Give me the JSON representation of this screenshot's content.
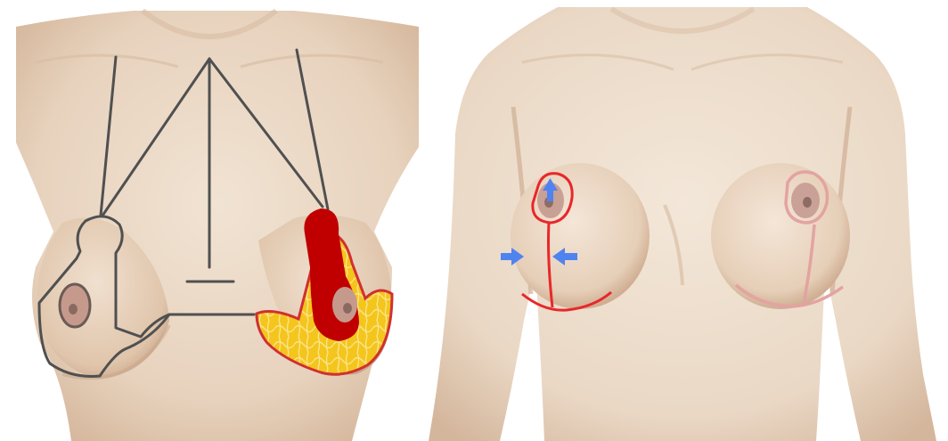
{
  "colors": {
    "background": "#ffffff",
    "skin_light": "#efe0cf",
    "skin_mid": "#e2c8ae",
    "skin_shadow": "#c9a68a",
    "areola": "#b48a80",
    "surgical_line_dark": "#4a4a4a",
    "excision_red": "#c00000",
    "fat_yellow": "#f2c21a",
    "incision_red": "#e8272a",
    "scar_pink": "#e3a3a1",
    "arrow_blue": "#4f83f0"
  },
  "panels": {
    "left": {
      "subject": "pendulous-breasts-with-reduction-markings",
      "overlays": [
        "keyhole-incision-outline",
        "vertical-measurement-lines",
        "excised-tissue-region"
      ]
    },
    "right": {
      "subject": "breasts-after-reduction",
      "overlays": [
        "vertical-incision",
        "inframammary-incision",
        "nipple-elevation-arrow",
        "medial-compression-arrows",
        "healed-scar-outline"
      ]
    }
  },
  "icons": {
    "up_arrow": "arrow-up-icon",
    "right_arrow": "arrow-right-icon",
    "left_arrow": "arrow-left-icon"
  }
}
